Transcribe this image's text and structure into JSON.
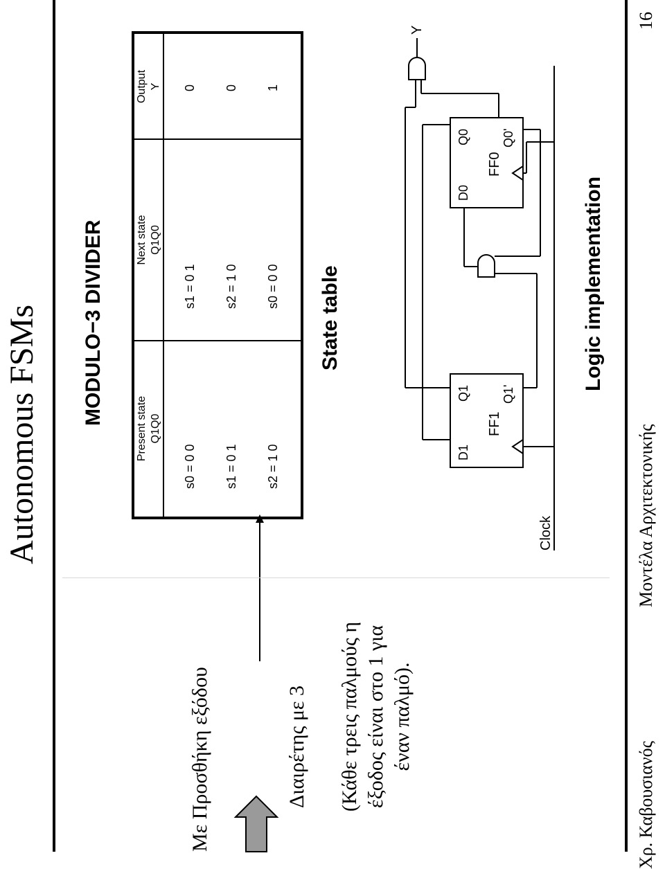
{
  "slide": {
    "title": "Autonomous FSMs",
    "line1": "Με Προσθήκη εξόδου",
    "line2": "Διαιρέτης με 3",
    "line3a": "(Κάθε τρεις παλμούς η",
    "line3b": "έξοδος είναι στο 1 για",
    "line3c": "έναν παλμό).",
    "footer_left": "Χρ. Καβουσιανός",
    "footer_center": "Μοντέλα Αρχιτεκτονικής",
    "page_number": "16"
  },
  "figure": {
    "heading": "MODULO−3 DIVIDER",
    "state_table_caption": "State table",
    "logic_caption": "Logic implementation",
    "table": {
      "headers": [
        "Present state",
        "Next state",
        "Output"
      ],
      "subheaders": [
        "Q1Q0",
        "Q1Q0",
        "Y"
      ],
      "rows": [
        {
          "present": "s0 = 0 0",
          "next": "s1 = 0 1",
          "output": "0"
        },
        {
          "present": "s1 = 0 1",
          "next": "s2 = 1 0",
          "output": "0"
        },
        {
          "present": "s2 = 1 0",
          "next": "s0 = 0 0",
          "output": "1"
        }
      ]
    },
    "circuit": {
      "clock_label": "Clock",
      "ff1": {
        "name": "FF1",
        "d": "D1",
        "q": "Q1",
        "qbar": "Q1'"
      },
      "ff0": {
        "name": "FF0",
        "d": "D0",
        "q": "Q0",
        "qbar": "Q0'"
      },
      "output_label": "Y"
    }
  }
}
